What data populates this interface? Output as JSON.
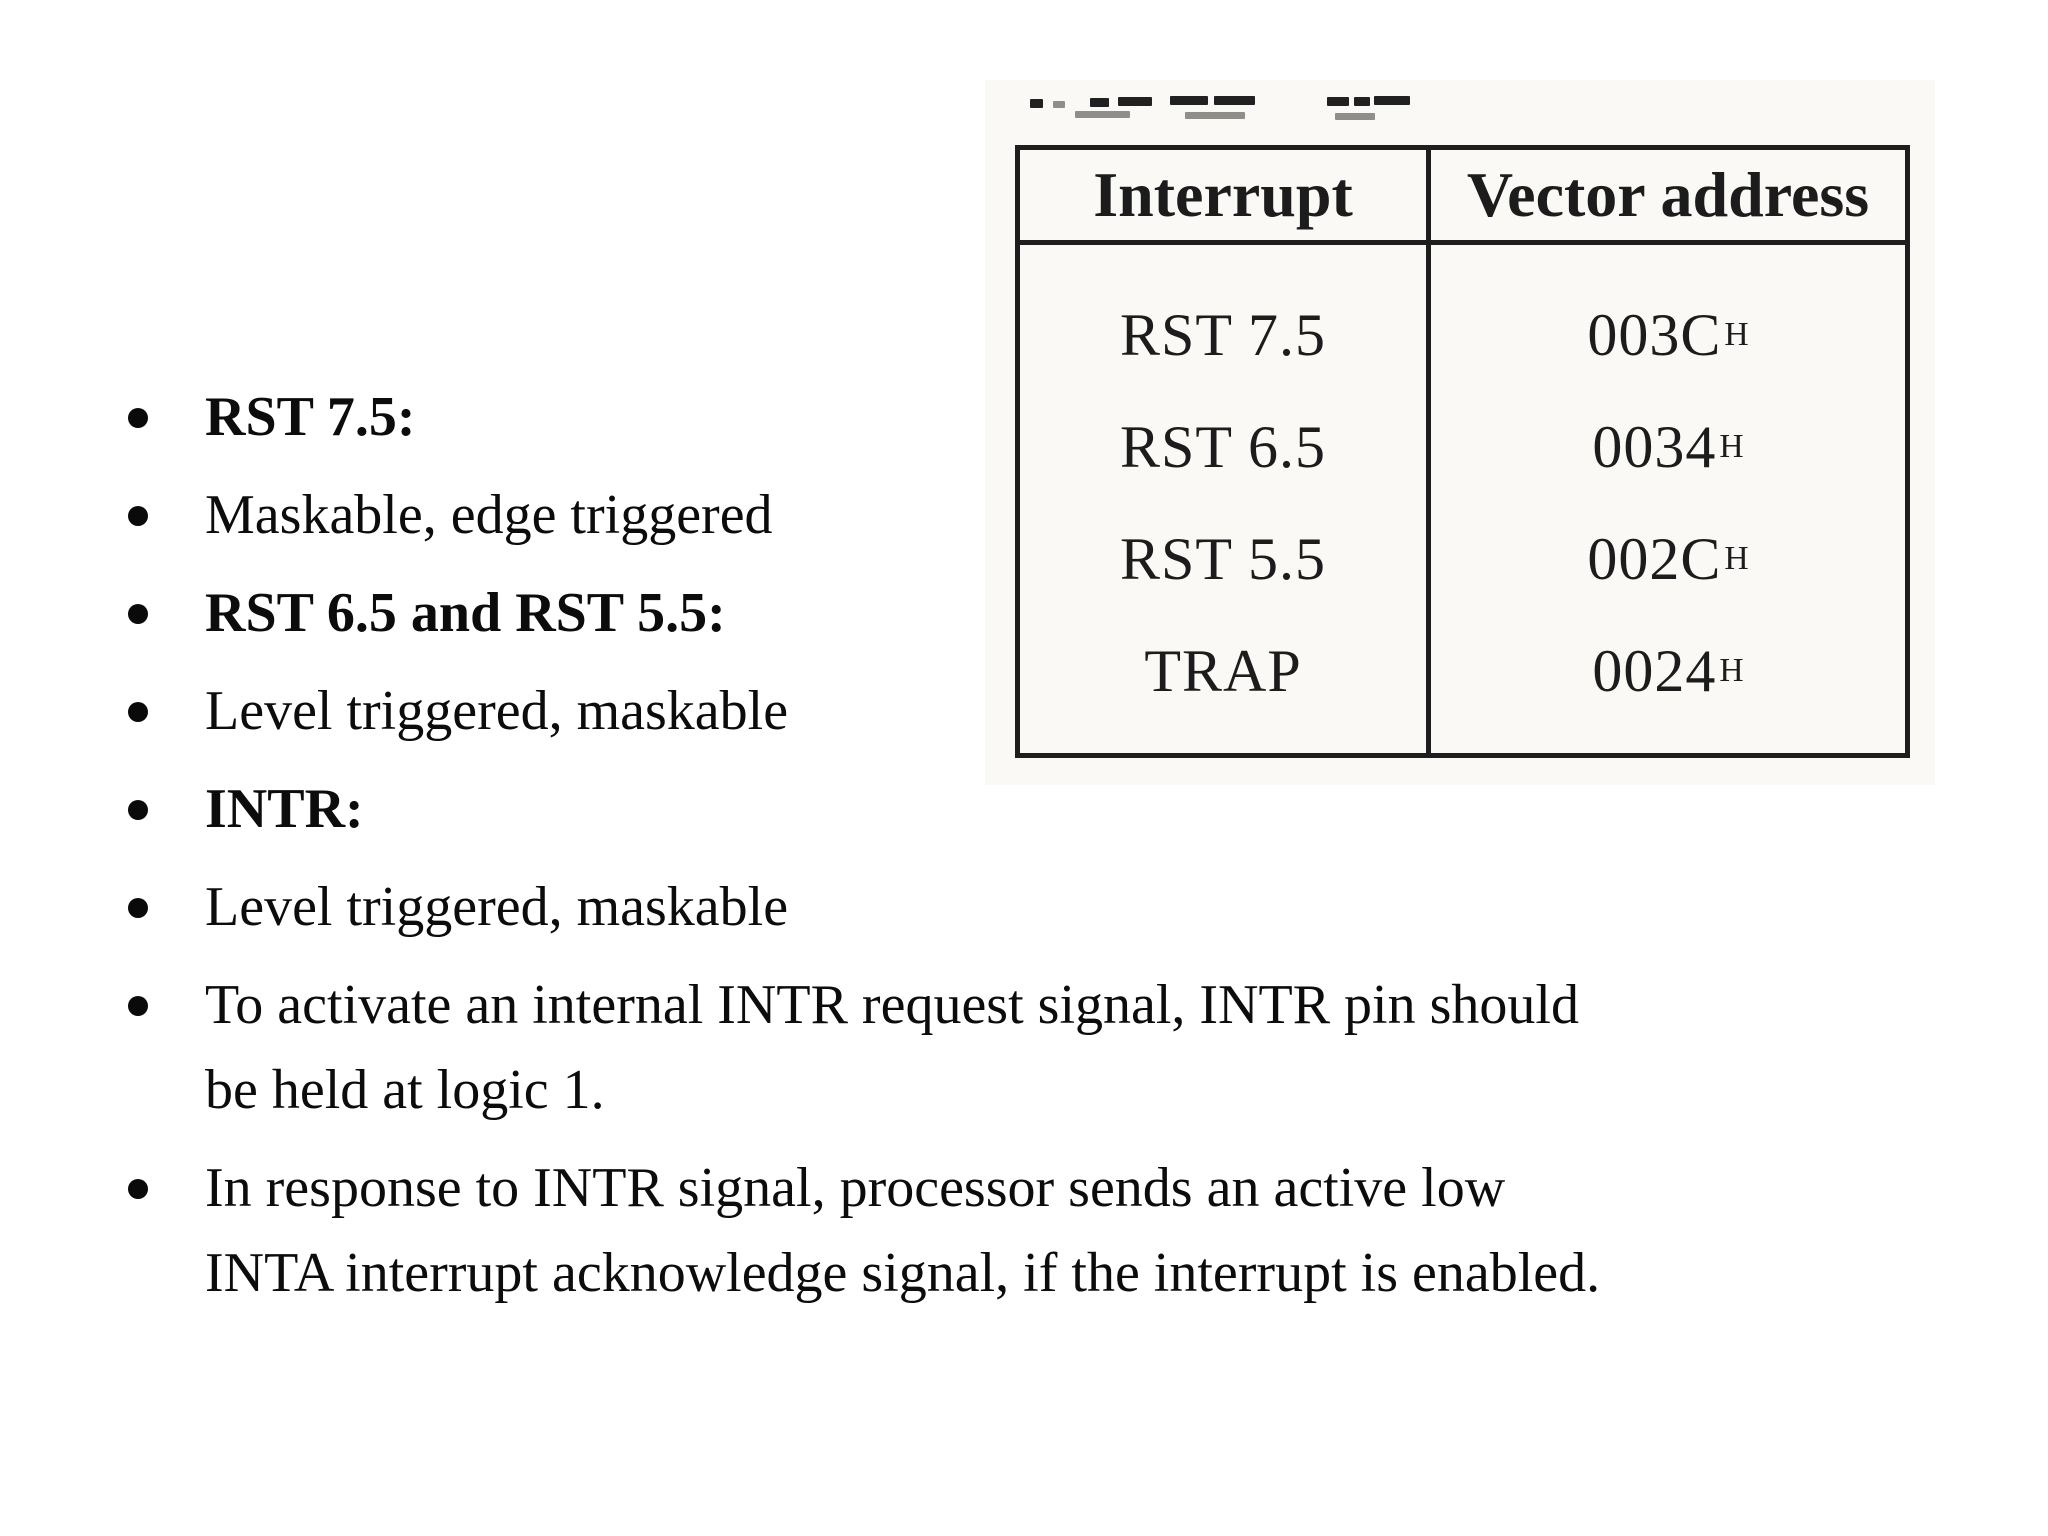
{
  "slide": {
    "bullets": [
      {
        "text": "RST 7.5:"
      },
      {
        "text": "Maskable, edge triggered"
      },
      {
        "text": "RST 6.5 and RST 5.5:"
      },
      {
        "text": "Level triggered, maskable"
      },
      {
        "text": "INTR:"
      },
      {
        "text": "Level triggered, maskable"
      },
      {
        "lines": [
          "To activate an internal INTR request signal, INTR pin should",
          "be held at logic 1."
        ]
      },
      {
        "lines": [
          "In response to INTR signal, processor sends an active low",
          "INTA interrupt acknowledge signal, if the interrupt is enabled."
        ]
      }
    ]
  },
  "interrupt_table": {
    "col_headers": [
      "Interrupt",
      "Vector address"
    ],
    "rows": [
      {
        "interrupt": "RST 7.5",
        "vector_address": "003C",
        "subscript": "H"
      },
      {
        "interrupt": "RST 6.5",
        "vector_address": "0034",
        "subscript": "H"
      },
      {
        "interrupt": "RST 5.5",
        "vector_address": "002C",
        "subscript": "H"
      },
      {
        "interrupt": "TRAP",
        "vector_address": "0024",
        "subscript": "H"
      }
    ]
  },
  "colors": {
    "text": "#111111",
    "table_border": "#1e1e1e",
    "scan_background": "#faf9f6"
  }
}
